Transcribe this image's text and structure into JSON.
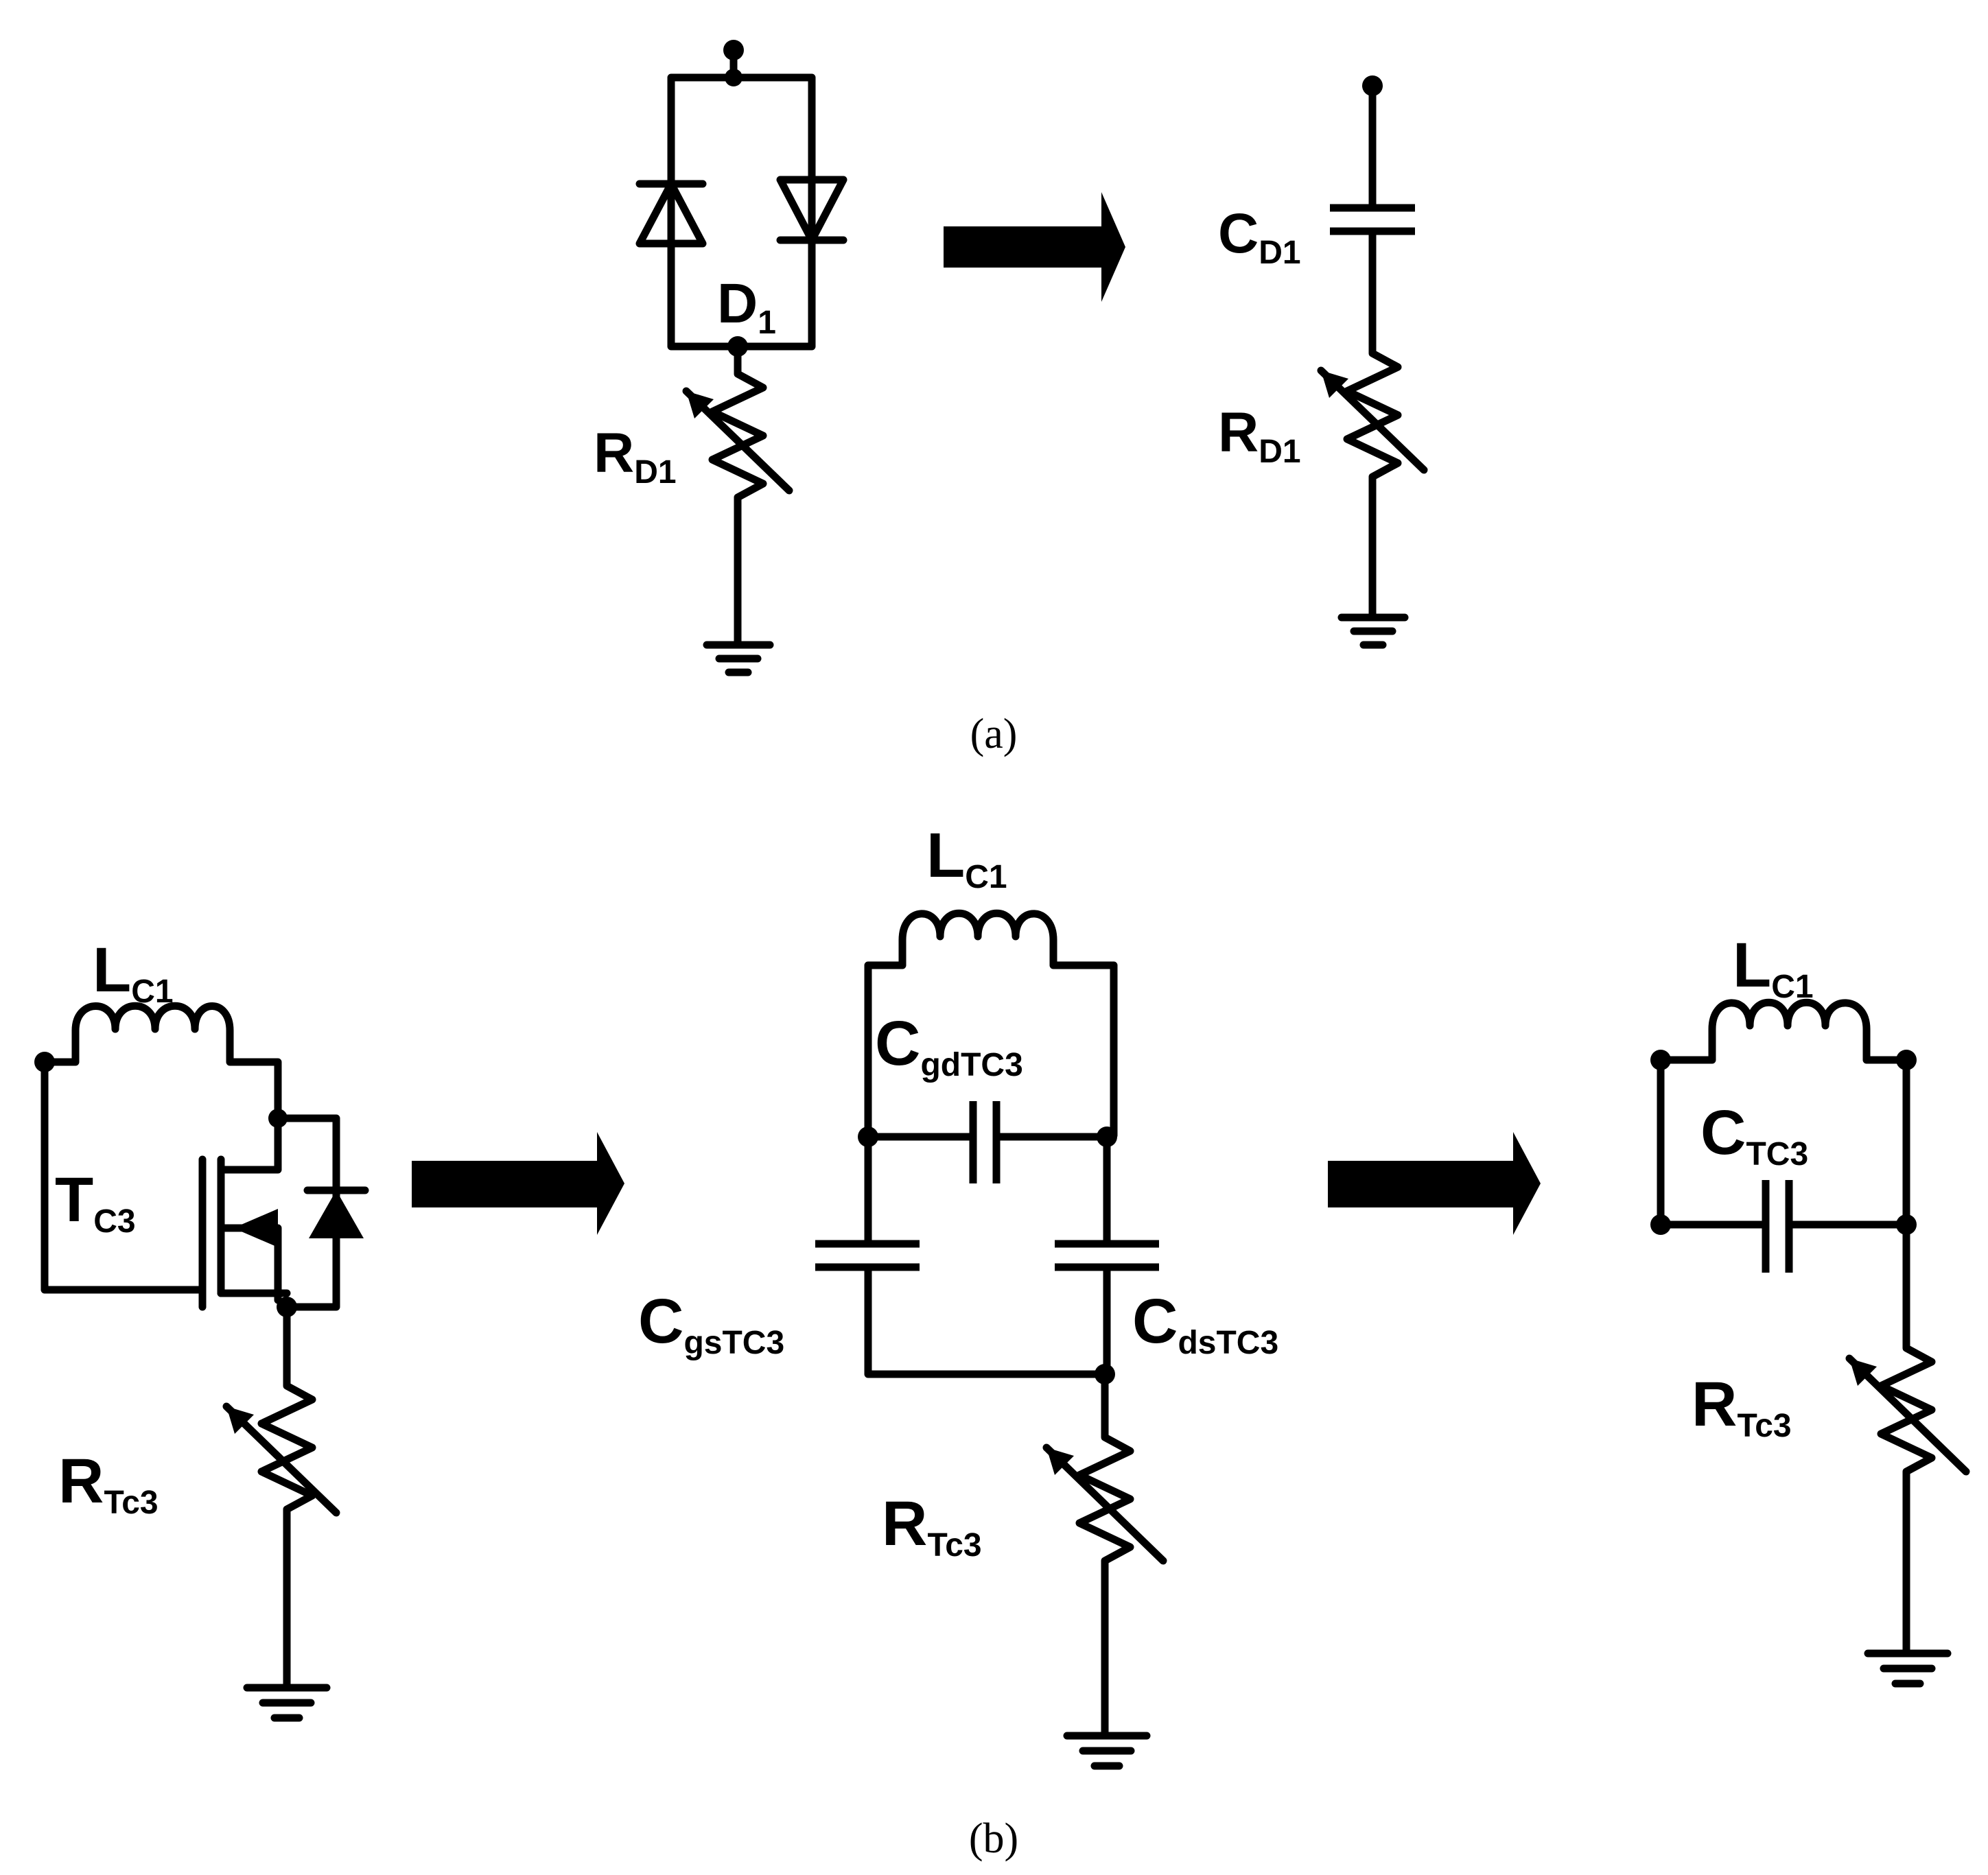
{
  "panel_a": {
    "caption": "(a)",
    "diode_label": {
      "main": "D",
      "sub": "1"
    },
    "left_resistor_label": {
      "main": "R",
      "sub": "D1"
    },
    "cap_label": {
      "main": "C",
      "sub": "D1"
    },
    "right_resistor_label": {
      "main": "R",
      "sub": "D1"
    }
  },
  "panel_b": {
    "caption": "(b)",
    "left_inductor_label": {
      "main": "L",
      "sub": "C1"
    },
    "transistor_label": {
      "main": "T",
      "sub": "C3"
    },
    "left_resistor_label": {
      "main": "R",
      "sub": "Tc3"
    },
    "mid_inductor_label": {
      "main": "L",
      "sub": "C1"
    },
    "cgd_label": {
      "main": "C",
      "sub": "gdTC3"
    },
    "cgs_label": {
      "main": "C",
      "sub": "gsTC3"
    },
    "cds_label": {
      "main": "C",
      "sub": "dsTC3"
    },
    "mid_resistor_label": {
      "main": "R",
      "sub": "Tc3"
    },
    "right_inductor_label": {
      "main": "L",
      "sub": "C1"
    },
    "ctc_label": {
      "main": "C",
      "sub": "TC3"
    },
    "right_resistor_label": {
      "main": "R",
      "sub": "Tc3"
    }
  }
}
